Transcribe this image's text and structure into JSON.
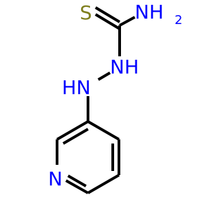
{
  "molecule": {
    "atoms": {
      "sulfur": "S",
      "amine_n": "NH",
      "amine_sub": "2",
      "hydrazine_n1": "NH",
      "hydrazine_n2": "HN",
      "pyridine_n": "N"
    },
    "colors": {
      "sulfur": "#808020",
      "nitrogen": "#0000ff",
      "bond": "#000000"
    }
  }
}
